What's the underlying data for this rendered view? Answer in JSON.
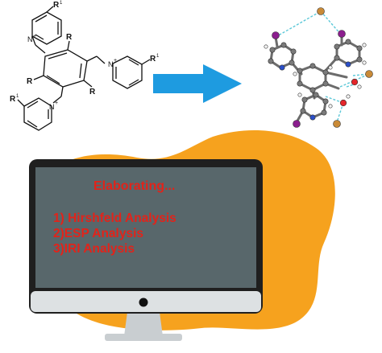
{
  "colors": {
    "blob": "#f6a21e",
    "arrow": "#1e9be0",
    "monitor_frame": "#1f1f1f",
    "screen": "#58676b",
    "screen_text": "#e2231a",
    "chin": "#dde1e3",
    "stand": "#c9ced1",
    "bond_h": "#5bc8d8",
    "iodine": "#8b1e8e",
    "bromine": "#c98a37",
    "oxygen": "#e3262b",
    "nitrogen": "#2b4fc9",
    "carbon": "#7a7a7a"
  },
  "structure": {
    "top_ring": {
      "n_label": "N",
      "plus": "+",
      "sub_label": "R",
      "sup": "1"
    },
    "center_ring": {
      "r_label": "R"
    },
    "right_ring": {
      "n_label": "N",
      "plus": "+",
      "sub_label": "R",
      "sup": "1"
    },
    "bottom_ring": {
      "n_label": "N",
      "plus": "+",
      "sub_label": "R",
      "sup": "1"
    }
  },
  "arrow": {
    "icon": "right-arrow-icon"
  },
  "monitor": {
    "heading": "Elaborating...",
    "items": [
      "1) Hirshfeld Analysis",
      "2)ESP Analysis",
      "3)IRI Analysis"
    ]
  }
}
